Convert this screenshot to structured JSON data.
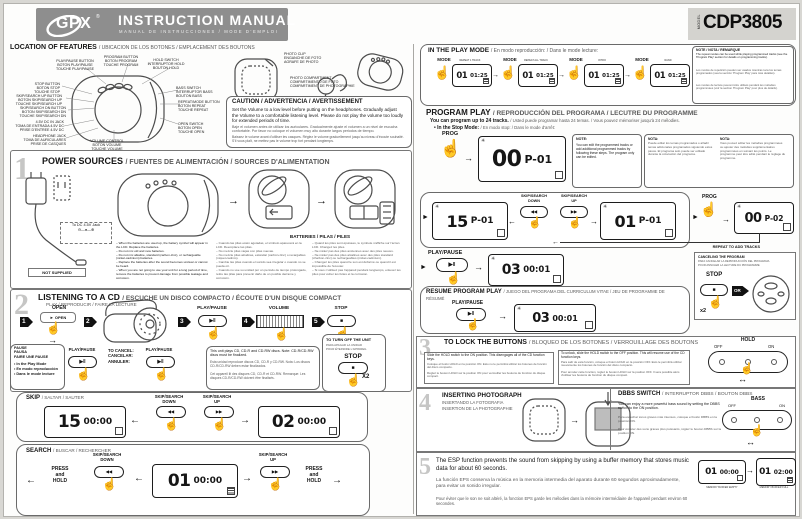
{
  "icons": {
    "hand": "☝",
    "play_pause": "▶‖",
    "stop": "■",
    "skip_down": "◀◀",
    "skip_up": "▶▶",
    "arrow_r": "→",
    "arrow_l": "←",
    "arrow_lr": "↔",
    "star": "✳",
    "tri": "►"
  },
  "page": {
    "brand": "GPX",
    "reg": "®",
    "title": "INSTRUCTION MANUAL",
    "subtitle": "MANUAL DE INSTRUCCIONES / MODE D'EMPLOI",
    "model_label": "MODEL",
    "model": "CDP3805"
  },
  "features": {
    "heading": "LOCATION OF FEATURES",
    "heading2": "/ UBICACION DE LOS BOTONES / EMPLACEMENT DES BOUTONS",
    "labels": [
      "PLAY/PAUSE BUTTON\nBOTON PLAY/PAUSE\nTOUCHE PLAY/PAUSE",
      "PROGRAM BUTTON\nBOTON PROGRAM\nTOUCHE PROGRAM",
      "HOLD SWITCH\nINTERRUPTOR HOLD\nBOUTON HOLD",
      "STOP BUTTON\nBOTON STOP\nTOUCHE STOP",
      "SKIP/SEARCH UP BUTTON\nBOTON SKIP/SEARCH UP\nTOUCHE SKIP/SEARCH UP",
      "SKIP/SEARCH DN BUTTON\nBOTON SKIP/SEARCH DN\nTOUCHE SKIP/SEARCH DN",
      "BASS SWITCH\nINTERRUPTOR BASS\nBOUTON BASS",
      "REPEAT/MODE BUTTON\nBOTON REPEAT\nTOUCHE REPEAT",
      "4.5V DC IN JACK\nTOMA DE ENTRADA 4.5V DC\nPRISE D'ENTREE 4.5V DC",
      "OPEN SWITCH\nBOTON OPEN\nTOUCHE OPEN",
      "HEADPHONE JACK\nTOMA DE AURICULARES\nPRISE DE CASQUES",
      "VOLUME CONTROL\nBOTON VOLUME\nTOUCHE VOLUME",
      "PHOTO CLIP\nENGANCHE DE FOTO\nAGRAFE DE PHOTO",
      "PHOTO COMPARTMENT\nCOMPARTIMENTO DE FOTO\nCOMPARTIMENT DE PHOTOGRAPHIE"
    ]
  },
  "caution": {
    "title": "CAUTION / ADVERTENCIA / AVERTISSEMENT",
    "en": "Set the Volume to a low level before putting on the headphones.  Gradually adjust the Volume to a comfortable listening level.  Please do not play the volume too loudly for extended periods of time.",
    "es": "Baje el volumen antes de utilizar los auriculares. Gradualmente ajuste el volumen a un nivel de escucha confortable. Por favor no coloque el volumen muy alto durante largos periodos de tiempo.",
    "fr": "Baissez le volume avant d'utiliser les casques. Réglez le volume graduellement jusqu'au niveau d'écoute souhaité. S'il vous plaît, ne mettez pas le volume trop fort pendant longtemps."
  },
  "s1": {
    "num": "1",
    "title": "POWER SOURCES",
    "title2": "/ FUENTES DE ALIMENTACIÓN / SOURCES D'ALIMENTATION",
    "jack": "To DC 4.5V Jack",
    "polarity": "⊖—●—⊕",
    "not_supplied": "NOT SUPPLIED",
    "batteries": "BATTERIES / PILAS / PILES",
    "notes_en": "– When the batteries are used up, the battery symbol will appear in the LCD. Replace the batteries.\n– Do not mix old and new batteries.\n– Do not mix alkaline, standard (carbon-zinc), or rechargeable (nickel-cadmium) batteries.\n– Replace the batteries after the sound becomes unclear or cannot be heard.\n– When you are not going to use your unit for a long period of time, remove the batteries to prevent damage from possible leakage and corrosion.",
    "notes_es": "– Cuando las pilas estén agotadas, el símbolo aparecerá en la LCD. Reemplace las pilas.\n– No mezcle pilas viejas con pilas nuevas.\n– No mezcle pilas alcalinas, estándar (carbón-zinc) o recargables (níquel-cadmio).\n– Cambie las pilas cuando el sonido sea irregular o cuando no se pueda oír.\n– Cuando no use su unidad por un período de tiempo prolongado, retire las pilas para prevenir daño de un posible derrame y corrosión.",
    "notes_fr": "– Quand les piles sont épuisées, le symbole s'affiche sur l'écran LCD. Changez les piles.\n– Ne mêlez pas des piles anciennes avec des piles neuves.\n– Ne mêlez pas des piles alcalines avec des piles standard (charbon-zinc) ou rechargeables (nickel-cadmium).\n– Changez les piles quand le son est déformé ou quand il est impossible de l'écouter.\n– Si vous n'utilisez pas l'appareil pendant longtemps, enlevez les piles pour éviter les fuites et la corrosion."
  },
  "s2": {
    "num": "2",
    "title": "LISTENING TO A CD",
    "title2": "/ ESCUCHE UN DISCO COMPACTO / ÉCOUTE D'UN DISQUE COMPACT",
    "subtitle": "PLAY / REPRODUCIR / FAIRE LA LECTURE",
    "steps": [
      "1",
      "2",
      "3",
      "4",
      "5"
    ],
    "open": "OPEN",
    "open_tab": "► OPEN",
    "play_pause": "PLAY/PAUSE",
    "volume": "VOLUME",
    "stop": "STOP",
    "pause_title": "PAUSE\nPAUSA\nFAIRE UNE PAUSE",
    "pause_items": "• In the Play Mode\n• En modo reproducción\n• Dans le mode lecture",
    "cancel": "TO CANCEL:\nCANCELAR:\nANNULER:",
    "note_en": "This unit plays CD, CD-R and CD-RW discs.  Note: CD-R/CD-RW discs must be finalized.",
    "note_es": "Esta unidad reproduce discos CD, CD-R y CD-RW.  Nota: Los discos CD-R/CD-RW deben estar finalizados.",
    "note_fr": "Cet appareil lit des disques CD, CD-R et CD-RW.  Remarque: Les disques CD-R/CD-RW doivent être finalisés.",
    "turnoff": "TO TURN OFF THE UNIT",
    "turnoff_es": "PARA APAGAR LA UNIDAD",
    "turnoff_fr": "POUR ÉTEINDRE L'APPAREIL",
    "x2": "X2"
  },
  "skip": {
    "title": "SKIP",
    "title2": "/ SALTAR / SAUTER",
    "down": "SKIP/SEARCH\nDOWN",
    "up": "SKIP/SEARCH\nUP",
    "d1": {
      "track": "15",
      "time": "00:00"
    },
    "d2": {
      "track": "02",
      "time": "00:00"
    }
  },
  "search": {
    "title": "SEARCH",
    "title2": "/ BUSCAR / RECHERCHER",
    "press": "PRESS\nand\nHOLD",
    "down": "SKIP/SEARCH\nDOWN",
    "up": "SKIP/SEARCH\nUP",
    "d": {
      "track": "01",
      "time": "00:00"
    }
  },
  "playmode": {
    "title": "IN THE PLAY MODE",
    "title2": "/ En modo reproducción: / Dans le mode lecture:",
    "mode": "MODE",
    "track": "01",
    "time": "01:25",
    "steps": [
      {
        "tag": "REPEAT 1 TRACK"
      },
      {
        "tag": "REPEAT ALL TRACK"
      },
      {
        "tag": "INTRO"
      },
      {
        "tag": "RAND"
      }
    ],
    "note_title": "NOTE / NOTA / REMARQUE",
    "note_en": "The repeat modes can be used while playing programmed tracks (see the 'Program Play' section for details on programming tracks).",
    "note_es": "Los modos de repetición pueden ser usados mientras toca los temas programados (vea la sección 'Program Play' para más detalles).",
    "note_fr": "Les modes de lecture peuvent être utilisés pendant les mélodies programmées (voir la section 'Program Play' pour plus de détails)."
  },
  "program": {
    "title": "PROGRAM PLAY",
    "title2": "/ REPRODUCCIÓN DEL PROGRAMA / LECUTRE DU PROGRAMME",
    "line1": "You can program up to 24 tracks.",
    "line1b": "/ Usted puede programar hasta 24 temas. / Vous pouvez mémoriser jusqu'à 24 mélodies.",
    "line2": "• In the Stop Mode:",
    "line2b": "/ En modo stop: / Dans le mode d'arrêt:",
    "prog": "PROG",
    "play_pause": "PLAY/PAUSE",
    "down": "SKIP/SEARCH\nDOWN",
    "up": "SKIP/SEARCH\nUP",
    "d1": {
      "track": "00",
      "sub": "P-01"
    },
    "d2": {
      "track": "15",
      "sub": "P-01"
    },
    "d3": {
      "track": "01",
      "sub": "P-01"
    },
    "d4": {
      "track": "00",
      "sub": "P-02"
    },
    "d5": {
      "track": "03",
      "time": "00:01"
    },
    "d6": {
      "track": "03",
      "time": "00:01"
    },
    "note_en_t": "NOTE:",
    "note_en": "You can edit the programmed tracks or add additional programmed tracks by following these steps. The program only can be edited.",
    "note_es_t": "NOTA:",
    "note_es": "Puede editar los temas programados o añadir temas adicionales programados siguiendo estos pasos. El programa solo puede ser editado durante la colocación del programa.",
    "note_fr_t": "NOTA:",
    "note_fr": "Vous pouvez éditer les mélodies programmées ou ajouter des mélodies supplémentaires programmées en suivant les points. Le programme peut être édité pendant le réglage du programme.",
    "repeat": "REPEAT TO ADD TRACKS",
    "cancel_t": "CANCELING THE PROGRAM",
    "cancel_es": "PARA CANCELAR LA REPRODUCCIÓN DEL PROGRAMA",
    "cancel_fr": "POUR ANNULER LA LECTURE DU PROGRAMME",
    "stop": "STOP",
    "x2": "x2",
    "or": "OR",
    "resume_t": "RESUME PROGRAM PLAY",
    "resume_t2": "/ JUEGO DEL PROGRAMA DEL CURRICULUM VITAE / JEU DE PROGRAMME DE RÉSUMÉ"
  },
  "lock": {
    "num": "3",
    "title": "TO LOCK THE BUTTONS",
    "title2": "/ BLOQUEO DE LOS BOTONES / VERROUILLAGE DES BOUTONS",
    "l_en": "Slide the HOLD switch to the ON position. This disengages all of the CD function keys.",
    "l_es": "Coloque el botón HOLD en la posición ON. Esto no le permitirá utilizar los botones de función del disco compacto.",
    "l_fr": "Réglez le bouton HOLD sur la position ON pour verrouiller les boutons de fonction du disque compact.",
    "r_en": "To unlock, slide the HOLD switch to the OFF position. This will resume use of the CD function keys.",
    "r_es": "Para salir de esta función, coloque el botón HOLD en la posición OFF. Esto le permitirá utilizar nuevamente los botones de función del disco compacto.",
    "r_fr": "Pour annuler cette fonction, réglez le bouton HOLD sur la position OFF. Il sera possible alors d'utiliser les boutons de fonction du disque compact.",
    "hold": "HOLD",
    "off": "OFF",
    "on": "ON"
  },
  "photo": {
    "num": "4",
    "title": "INSERTING PHOTOGRAPH",
    "es": "INSERTANDO LA FOTOGRAFIA",
    "fr": "INSERTION DE LA PHOTOGRAPHIE"
  },
  "dbbs": {
    "title": "DBBS SWITCH",
    "title2": "/ INTERRUPTOR DBBS / BOUTON DBBS",
    "en": "You can enjoy a more powerful bass sound by setting the DBBS switch to the ON position.",
    "es": "Para escuchar tonos graves más intensos, coloque el botón DBBS en la posición ON.",
    "fr": "Pour écouter des sons graves plus puissants, réglez le bouton DBBS sur la position ON.",
    "bass": "BASS",
    "off": "OFF",
    "on": "ON"
  },
  "esp": {
    "num": "5",
    "en": "The ESP function prevents the sound from skipping by using a buffer memory that stores music data for about 60 seconds.",
    "es": "La función EPS conserva la música en la memoria intermedia del aparato durante 60 segundos aproximadamente, para evitar un sonido irregular.",
    "fr": "Pour éviter que le son ne soit altéré, la fonction EPS garde les mélodies dans la mémoire intermédiaire de l'appareil pendant environ 60 secondes.",
    "d1": {
      "track": "01",
      "time": "00:00"
    },
    "d2": {
      "track": "01",
      "time": "02:00"
    },
    "cap1": "MEMORY BUFFER EMPTY",
    "cap2": "MEMORY BUFFER FULL"
  }
}
